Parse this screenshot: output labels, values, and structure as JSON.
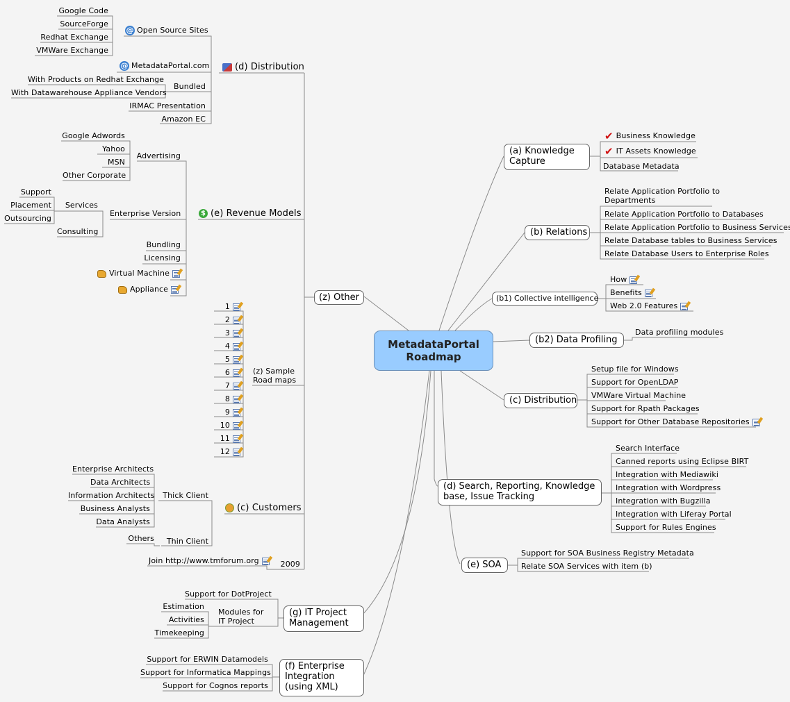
{
  "center": {
    "line1": "MetadataPortal",
    "line2": "Roadmap"
  },
  "distribution_d": {
    "title": "(d) Distribution",
    "open_source": {
      "label": "Open Source Sites",
      "items": [
        "Google Code",
        "SourceForge",
        "Redhat Exchange",
        "VMWare Exchange"
      ]
    },
    "portal": "MetadataPortal.com",
    "bundled": {
      "label": "Bundled",
      "items": [
        "With Products on Redhat Exchange",
        "With Datawarehouse Appliance Vendors"
      ]
    },
    "irmac": "IRMAC Presentation",
    "amazon": "Amazon EC"
  },
  "revenue": {
    "title": "(e) Revenue Models",
    "advertising": {
      "label": "Advertising",
      "items": [
        "Google Adwords",
        "Yahoo",
        "MSN",
        "Other Corporate"
      ]
    },
    "enterprise": "Enterprise Version",
    "services": {
      "label": "Services",
      "items": [
        "Support",
        "Placement",
        "Outsourcing"
      ]
    },
    "consulting": "Consulting",
    "bundling": "Bundling",
    "licensing": "Licensing",
    "vm": "Virtual Machine",
    "appliance": "Appliance"
  },
  "other": {
    "title": "(z) Other"
  },
  "sample": {
    "label_line1": "(z) Sample",
    "label_line2": "Road maps",
    "items": [
      "1",
      "2",
      "3",
      "4",
      "5",
      "6",
      "7",
      "8",
      "9",
      "10",
      "11",
      "12"
    ]
  },
  "customers": {
    "title": "(c) Customers",
    "thick": {
      "label": "Thick Client",
      "items": [
        "Enterprise Architects",
        "Data Architects",
        "Information Architects",
        "Business Analysts",
        "Data Analysts"
      ]
    },
    "thin": {
      "label": "Thin Client",
      "items": [
        "Others"
      ]
    }
  },
  "year": {
    "label": "2009",
    "join": "Join http://www.tmforum.org"
  },
  "itpm": {
    "title_line1": "(g) IT Project",
    "title_line2": "Management",
    "dotproject": "Support for DotProject",
    "modules_line1": "Modules for",
    "modules_line2": "IT Project",
    "items": [
      "Estimation",
      "Activities",
      "Timekeeping"
    ]
  },
  "ei": {
    "title_line1": "(f) Enterprise",
    "title_line2": "Integration",
    "title_line3": "(using XML)",
    "items": [
      "Support for ERWIN Datamodels",
      "Support for Informatica Mappings",
      "Support for Cognos reports"
    ]
  },
  "kc": {
    "title_line1": "(a) Knowledge",
    "title_line2": "Capture",
    "items": [
      "Business Knowledge",
      "IT Assets Knowledge",
      "Database Metadata"
    ]
  },
  "rel": {
    "title": "(b) Relations",
    "item1_line1": "Relate Application Portfolio to",
    "item1_line2": "Departments",
    "items": [
      "Relate Application Portfolio to Databases",
      "Relate Application Portfolio to Business Services",
      "Relate Database tables to Business Services",
      "Relate Database Users to Enterprise Roles"
    ]
  },
  "ci": {
    "title": "(b1) Collective intelligence",
    "items": [
      "How",
      "Benefits",
      "Web 2.0 Features"
    ]
  },
  "dp": {
    "title": "(b2)  Data Profiling",
    "items": [
      "Data profiling modules"
    ]
  },
  "dist_c": {
    "title": "(c) Distribution",
    "items": [
      "Setup file for Windows",
      "Support for OpenLDAP",
      "VMWare Virtual Machine",
      "Support for Rpath Packages",
      "Support for Other Database Repositories"
    ]
  },
  "search": {
    "title_line1": "(d) Search, Reporting, Knowledge",
    "title_line2": "base, Issue Tracking",
    "items": [
      "Search Interface",
      "Canned reports using Eclipse BIRT",
      "Integration with Mediawiki",
      "Integration with Wordpress",
      "Integration with Bugzilla",
      "Integration with Liferay Portal",
      "Support for Rules Engines"
    ]
  },
  "soa": {
    "title": "(e) SOA",
    "items": [
      "Support for SOA Business Registry Metadata",
      "Relate SOA Services with item (b)"
    ]
  },
  "colors": {
    "center_fill": "#99ccff",
    "line": "#8a8a8a",
    "background": "#f4f4f4"
  }
}
